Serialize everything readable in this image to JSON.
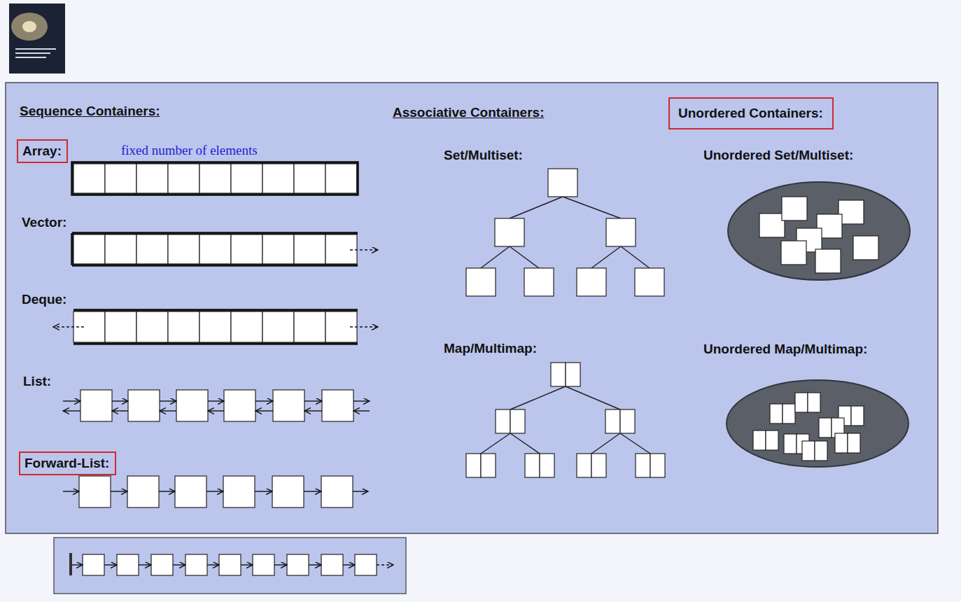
{
  "diagram": {
    "nodes": [
      {
        "text": [
          "Unordered Containers:"
        ]
      },
      {
        "text": [
          "Array:"
        ]
      },
      {
        "text": [
          "Unordered Set/Multiset:"
        ]
      },
      {
        "text": [
          "Unordered Map/Multimap:"
        ]
      },
      {
        "text": [
          "Forward-List:"
        ]
      }
    ],
    "labels": [
      "Sequence Containers:",
      "Associative Containers:",
      "fixed number of elements",
      "Set/Multiset:",
      "Vector:",
      "Deque:",
      "Map/Multimap:",
      "List:"
    ]
  }
}
